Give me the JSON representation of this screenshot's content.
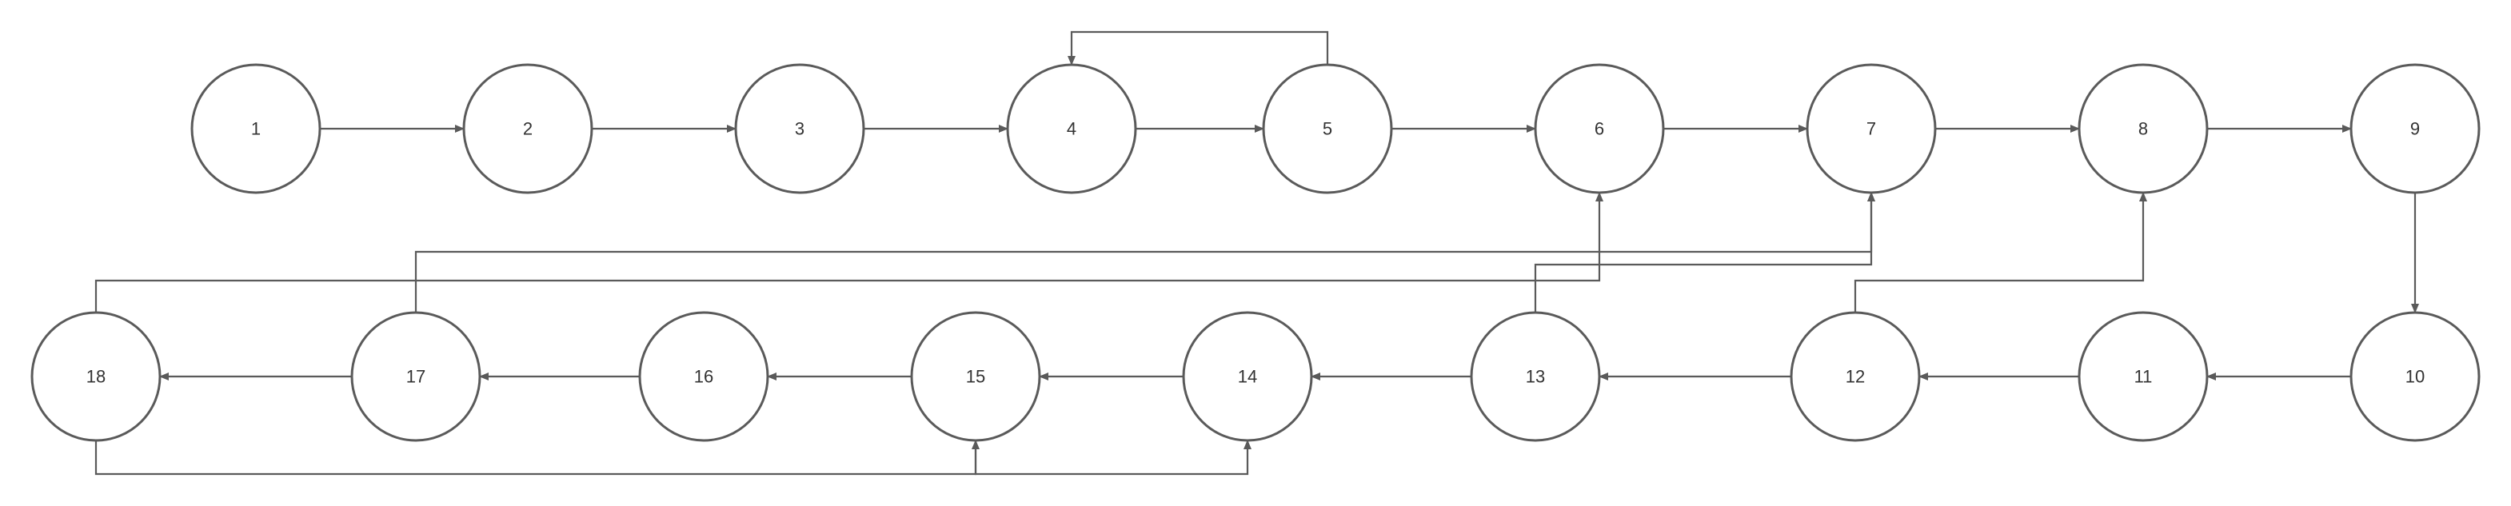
{
  "diagram": {
    "nodes": [
      {
        "id": "1",
        "label": "1"
      },
      {
        "id": "2",
        "label": "2"
      },
      {
        "id": "3",
        "label": "3"
      },
      {
        "id": "4",
        "label": "4"
      },
      {
        "id": "5",
        "label": "5"
      },
      {
        "id": "6",
        "label": "6"
      },
      {
        "id": "7",
        "label": "7"
      },
      {
        "id": "8",
        "label": "8"
      },
      {
        "id": "9",
        "label": "9"
      },
      {
        "id": "10",
        "label": "10"
      },
      {
        "id": "11",
        "label": "11"
      },
      {
        "id": "12",
        "label": "12"
      },
      {
        "id": "13",
        "label": "13"
      },
      {
        "id": "14",
        "label": "14"
      },
      {
        "id": "15",
        "label": "15"
      },
      {
        "id": "16",
        "label": "16"
      },
      {
        "id": "17",
        "label": "17"
      },
      {
        "id": "18",
        "label": "18"
      }
    ],
    "edges": [
      {
        "from": "1",
        "to": "2"
      },
      {
        "from": "2",
        "to": "3"
      },
      {
        "from": "3",
        "to": "4"
      },
      {
        "from": "4",
        "to": "5"
      },
      {
        "from": "5",
        "to": "4"
      },
      {
        "from": "5",
        "to": "6"
      },
      {
        "from": "6",
        "to": "7"
      },
      {
        "from": "7",
        "to": "8"
      },
      {
        "from": "8",
        "to": "9"
      },
      {
        "from": "9",
        "to": "10"
      },
      {
        "from": "10",
        "to": "11"
      },
      {
        "from": "11",
        "to": "12"
      },
      {
        "from": "12",
        "to": "13"
      },
      {
        "from": "13",
        "to": "14"
      },
      {
        "from": "14",
        "to": "15"
      },
      {
        "from": "15",
        "to": "16"
      },
      {
        "from": "16",
        "to": "17"
      },
      {
        "from": "17",
        "to": "18"
      },
      {
        "from": "12",
        "to": "8"
      },
      {
        "from": "13",
        "to": "7"
      },
      {
        "from": "17",
        "to": "7"
      },
      {
        "from": "18",
        "to": "6"
      },
      {
        "from": "18",
        "to": "15"
      },
      {
        "from": "15",
        "to": "14"
      }
    ]
  }
}
